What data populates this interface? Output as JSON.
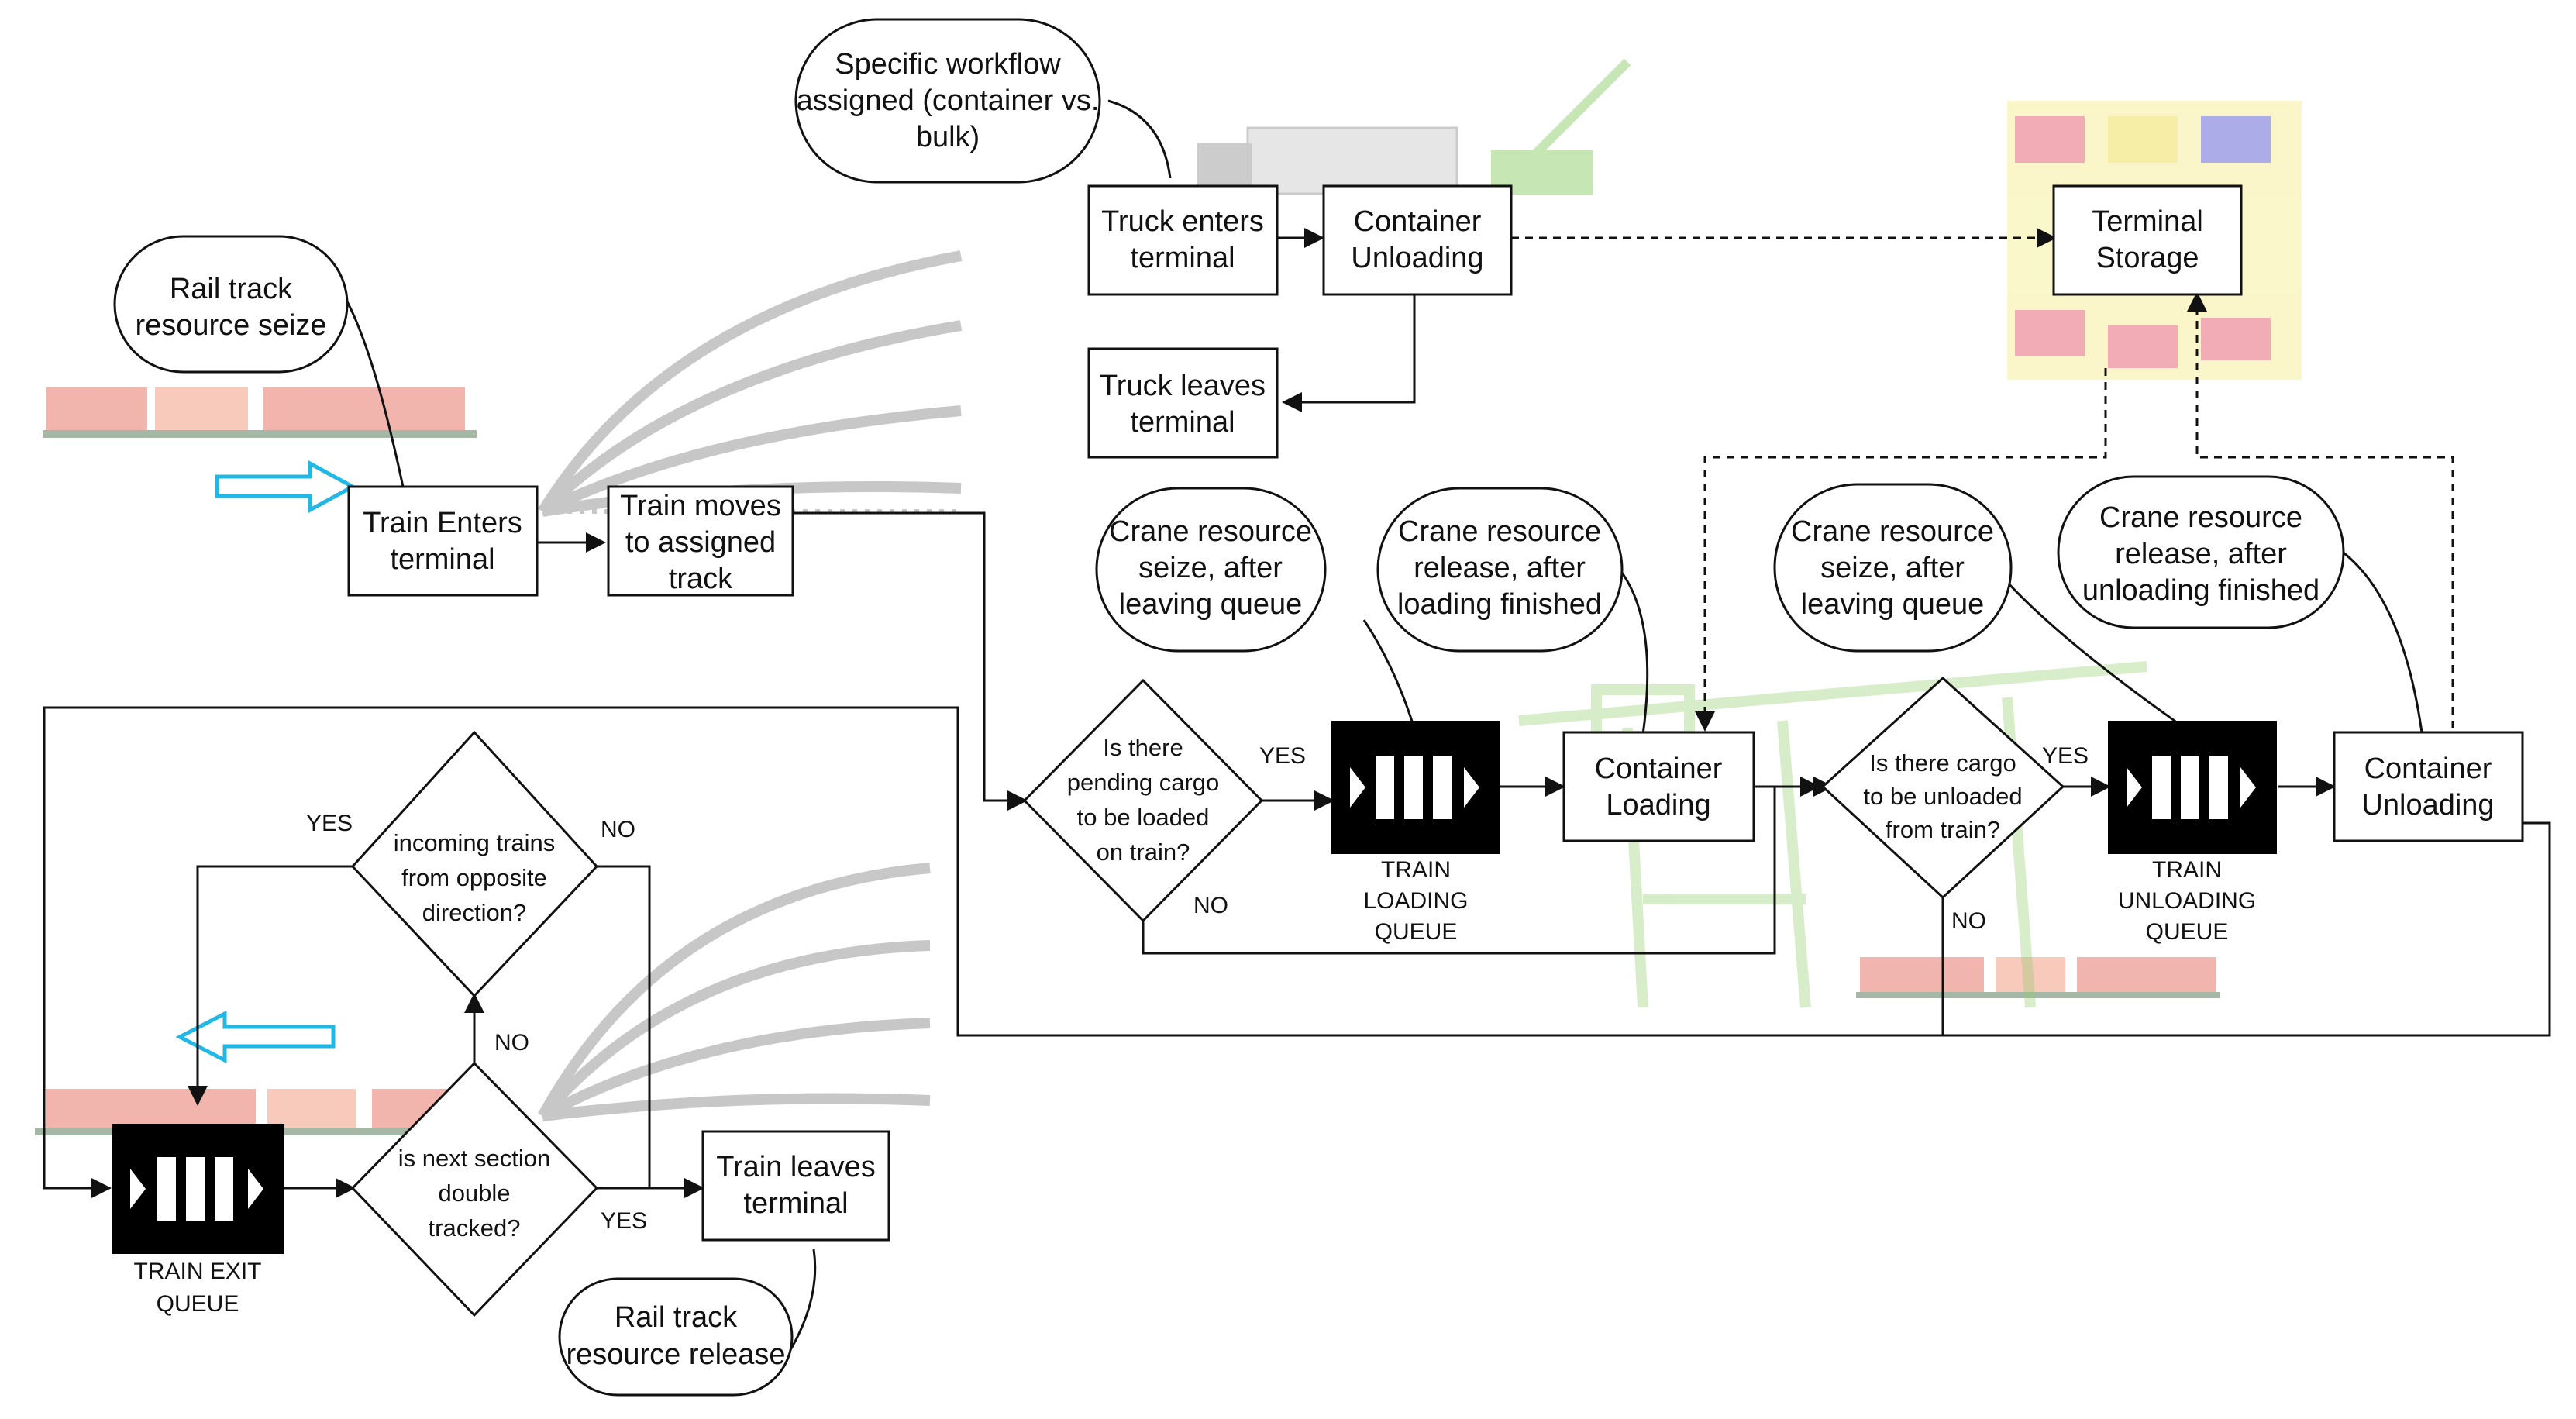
{
  "callouts": {
    "rail_seize": [
      "Rail track",
      "resource seize"
    ],
    "workflow": [
      "Specific workflow",
      "assigned (container vs.",
      "bulk)"
    ],
    "crane_seize_load": [
      "Crane resource",
      "seize, after",
      "leaving queue"
    ],
    "crane_release_load": [
      "Crane resource",
      "release, after",
      "loading finished"
    ],
    "crane_seize_unload": [
      "Crane resource",
      "seize, after",
      "leaving queue"
    ],
    "crane_release_unload": [
      "Crane resource",
      "release, after",
      "unloading finished"
    ],
    "rail_release": [
      "Rail track",
      "resource release"
    ]
  },
  "processes": {
    "train_enters": [
      "Train Enters",
      "terminal"
    ],
    "train_moves": [
      "Train moves",
      "to assigned",
      "track"
    ],
    "truck_enters": [
      "Truck enters",
      "terminal"
    ],
    "container_unloading_top": [
      "Container",
      "Unloading"
    ],
    "truck_leaves": [
      "Truck leaves",
      "terminal"
    ],
    "terminal_storage": [
      "Terminal",
      "Storage"
    ],
    "container_loading": [
      "Container",
      "Loading"
    ],
    "container_unloading_right": [
      "Container",
      "Unloading"
    ],
    "train_leaves": [
      "Train leaves",
      "terminal"
    ]
  },
  "decisions": {
    "pending_cargo": [
      "Is there",
      "pending cargo",
      "to be loaded",
      "on train?"
    ],
    "cargo_unload": [
      "Is there cargo",
      "to be unloaded",
      "from train?"
    ],
    "incoming_trains": [
      "incoming trains",
      "from opposite",
      "direction?"
    ],
    "double_tracked": [
      "is next section",
      "double",
      "tracked?"
    ]
  },
  "queues": {
    "loading": [
      "TRAIN",
      "LOADING",
      "QUEUE"
    ],
    "unloading": [
      "TRAIN",
      "UNLOADING",
      "QUEUE"
    ],
    "exit": [
      "TRAIN EXIT",
      "QUEUE"
    ]
  },
  "edge_labels": {
    "yes": "YES",
    "no": "NO"
  },
  "colors": {
    "arrow_accent": "#22b8e6",
    "line": "#111111",
    "crane_green": "#8fce6b",
    "track_gray": "#a9a9a9",
    "train_red": "#e8847a"
  }
}
